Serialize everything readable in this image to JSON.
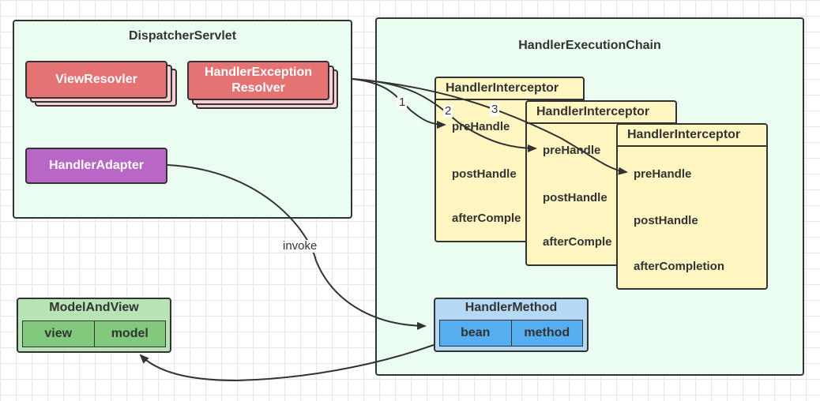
{
  "dispatcher": {
    "title": "DispatcherServlet",
    "view_resolver": "ViewResovler",
    "exception_resolver": "HandlerException Resolver",
    "handler_adapter": "HandlerAdapter"
  },
  "chain": {
    "title": "HandlerExecutionChain",
    "interceptors": [
      {
        "title": "HandlerInterceptor",
        "pre": "preHandle",
        "post": "postHandle",
        "after": "afterComple"
      },
      {
        "title": "HandlerInterceptor",
        "pre": "preHandle",
        "post": "postHandle",
        "after": "afterComple"
      },
      {
        "title": "HandlerInterceptor",
        "pre": "preHandle",
        "post": "postHandle",
        "after": "afterCompletion"
      }
    ],
    "handler_method": {
      "title": "HandlerMethod",
      "field1": "bean",
      "field2": "method"
    }
  },
  "model_and_view": {
    "title": "ModelAndView",
    "field1": "view",
    "field2": "model"
  },
  "edges": {
    "step1": "1",
    "step2": "2",
    "step3": "3",
    "invoke": "invoke"
  },
  "colors": {
    "container_bg": "#ebfdf0",
    "resolver_red": "#e57373",
    "adapter_purple": "#b967c7",
    "interceptor_yellow": "#fff6c1",
    "handler_method_blue": "#55aef0",
    "model_view_green": "#80c97d"
  }
}
